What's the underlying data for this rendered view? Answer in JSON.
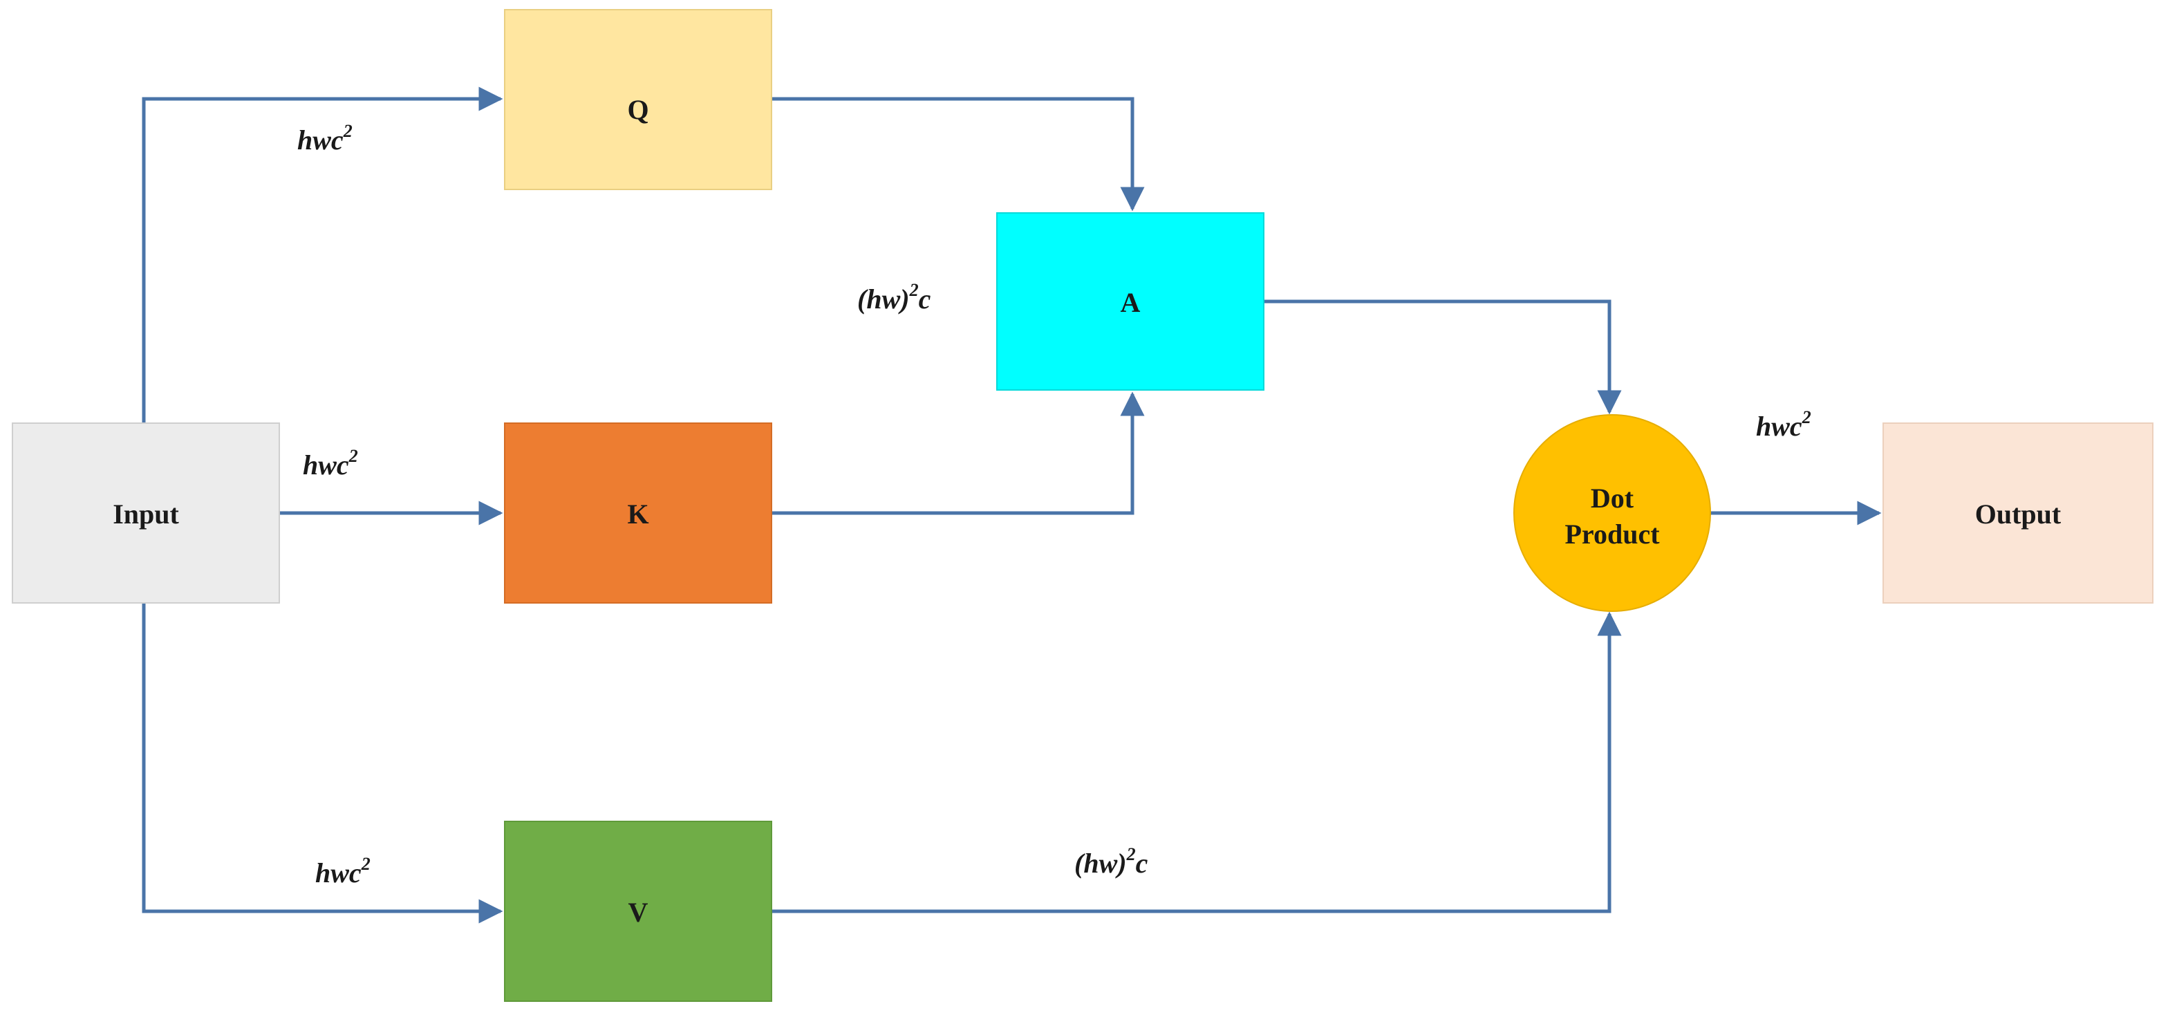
{
  "nodes": {
    "input": {
      "label": "Input",
      "fill": "#ececec",
      "stroke": "#cfcfcf"
    },
    "q": {
      "label": "Q",
      "fill": "#ffe6a0",
      "stroke": "#e9cf82"
    },
    "k": {
      "label": "K",
      "fill": "#ed7d31",
      "stroke": "#d46c25"
    },
    "v": {
      "label": "V",
      "fill": "#70ad47",
      "stroke": "#5f9a3a"
    },
    "a": {
      "label": "A",
      "fill": "#00ffff",
      "stroke": "#00d9d9"
    },
    "dot_product": {
      "label_line1": "Dot",
      "label_line2": "Product",
      "fill": "#ffc000",
      "stroke": "#e6ad00"
    },
    "output": {
      "label": "Output",
      "fill": "#fbe5d6",
      "stroke": "#ecd0bd"
    }
  },
  "edge_labels": {
    "input_to_q": {
      "base": "hwc",
      "sup": "2",
      "tail": ""
    },
    "input_to_k": {
      "base": "hwc",
      "sup": "2",
      "tail": ""
    },
    "input_to_v": {
      "base": "hwc",
      "sup": "2",
      "tail": ""
    },
    "a_in": {
      "base": "(hw)",
      "sup": "2",
      "tail": "c"
    },
    "v_to_dot": {
      "base": "(hw)",
      "sup": "2",
      "tail": "c"
    },
    "dot_to_output": {
      "base": "hwc",
      "sup": "2",
      "tail": ""
    }
  },
  "colors": {
    "edge": "#4a74a8"
  }
}
